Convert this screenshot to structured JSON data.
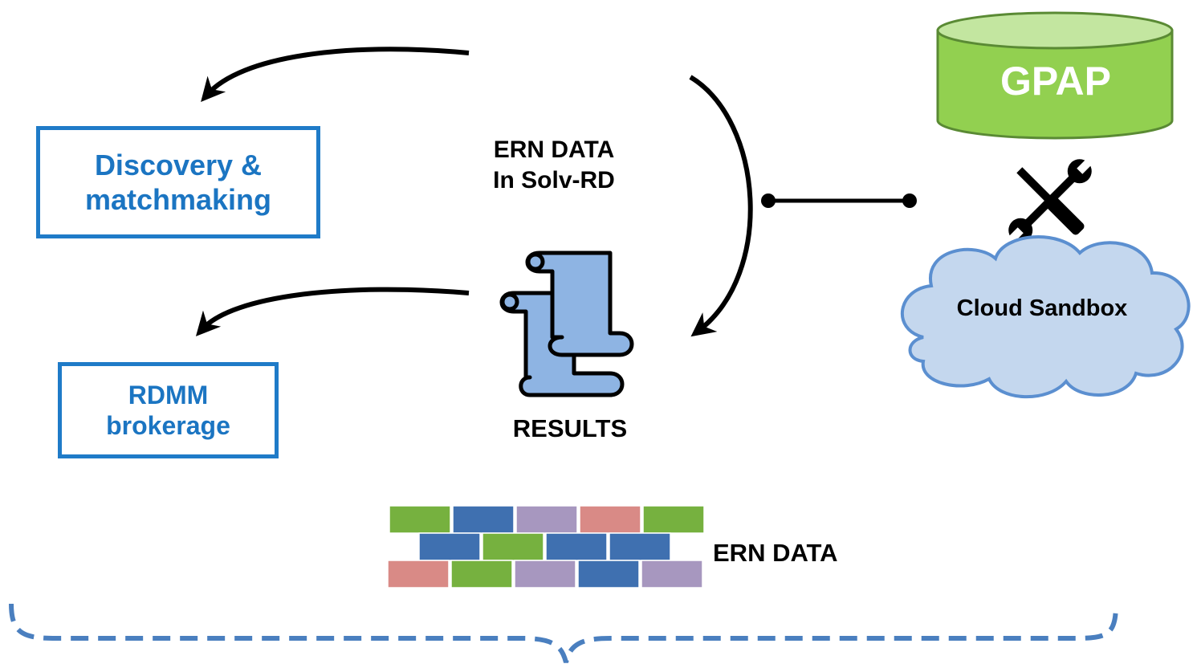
{
  "boxes": {
    "discovery": {
      "line1": "Discovery &",
      "line2": "matchmaking"
    },
    "rdmm": {
      "line1": "RDMM",
      "line2": "brokerage"
    }
  },
  "center": {
    "line1": "ERN DATA",
    "line2": "In Solv-RD",
    "results": "RESULTS"
  },
  "gpap": "GPAP",
  "cloud": "Cloud Sandbox",
  "ern_data": "ERN DATA",
  "colors": {
    "blue_border": "#1f7bc8",
    "green": "#92d050",
    "cloud_fill": "#c4d7ee",
    "scroll_fill": "#8eb4e3",
    "brace": "#4a7fbf"
  },
  "icons": [
    "scroll-icon",
    "tools-icon",
    "cloud-icon",
    "database-icon",
    "brick-wall-icon",
    "curly-brace-icon"
  ]
}
